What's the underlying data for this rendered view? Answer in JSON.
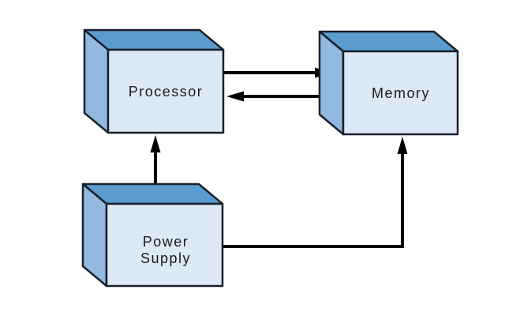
{
  "diagram": {
    "type": "block-diagram",
    "nodes": [
      {
        "id": "processor",
        "label": "Processor"
      },
      {
        "id": "memory",
        "label": "Memory"
      },
      {
        "id": "power_supply",
        "label": "Power Supply",
        "lines": [
          "Power",
          "Supply"
        ]
      }
    ],
    "edges": [
      {
        "from": "Processor",
        "to": "Memory",
        "arrow": "to",
        "shape": "straight-horizontal"
      },
      {
        "from": "Memory",
        "to": "Processor",
        "arrow": "to",
        "shape": "straight-horizontal"
      },
      {
        "from": "Power Supply",
        "to": "Processor",
        "arrow": "to",
        "shape": "straight-vertical"
      },
      {
        "from": "Power Supply",
        "to": "Memory",
        "arrow": "to",
        "shape": "elbow-right-then-up"
      }
    ],
    "colors": {
      "box_top_face": "#5b9cce",
      "box_side_face": "#92b9e0",
      "box_front_face": "#dde9f6",
      "box_outline": "#18202c",
      "arrow": "#000000",
      "background": "#ffffff",
      "label_text": "#1a1a1a"
    }
  }
}
